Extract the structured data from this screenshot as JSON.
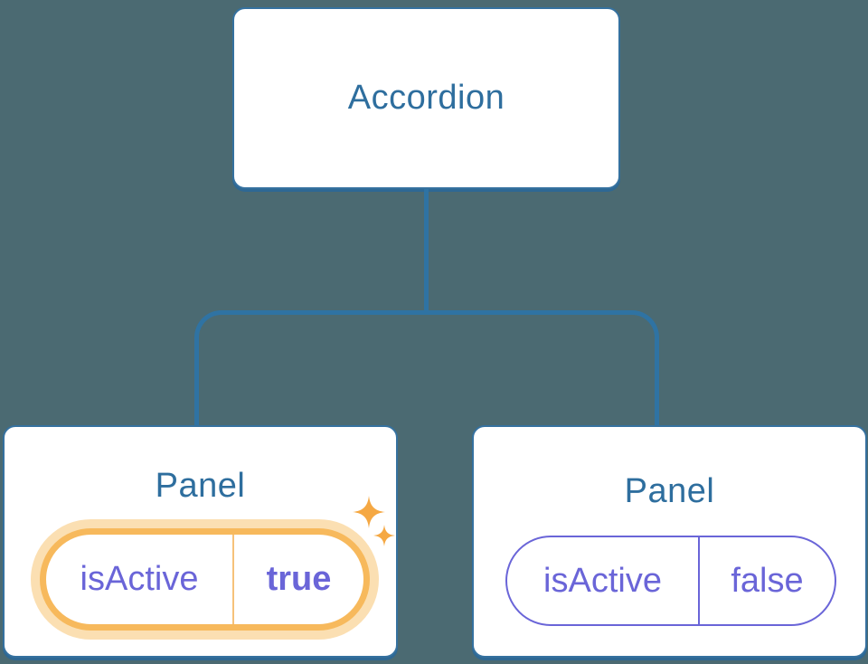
{
  "diagram": {
    "root": {
      "label": "Accordion"
    },
    "panels": [
      {
        "title": "Panel",
        "prop": {
          "name": "isActive",
          "value": "true"
        },
        "highlighted": true,
        "decoration": "sparkles-icon"
      },
      {
        "title": "Panel",
        "prop": {
          "name": "isActive",
          "value": "false"
        },
        "highlighted": false
      }
    ]
  },
  "colors": {
    "background": "#4B6A72",
    "connector_blue": "#2F73A3",
    "node_border_blue": "#35719F",
    "node_text_blue": "#2E6E9E",
    "state_purple": "#6A65D8",
    "highlight_orange": "#F7B95C",
    "highlight_halo": "#FBDFB2",
    "sparkle_orange": "#F5A843",
    "node_background": "#FFFFFF"
  }
}
